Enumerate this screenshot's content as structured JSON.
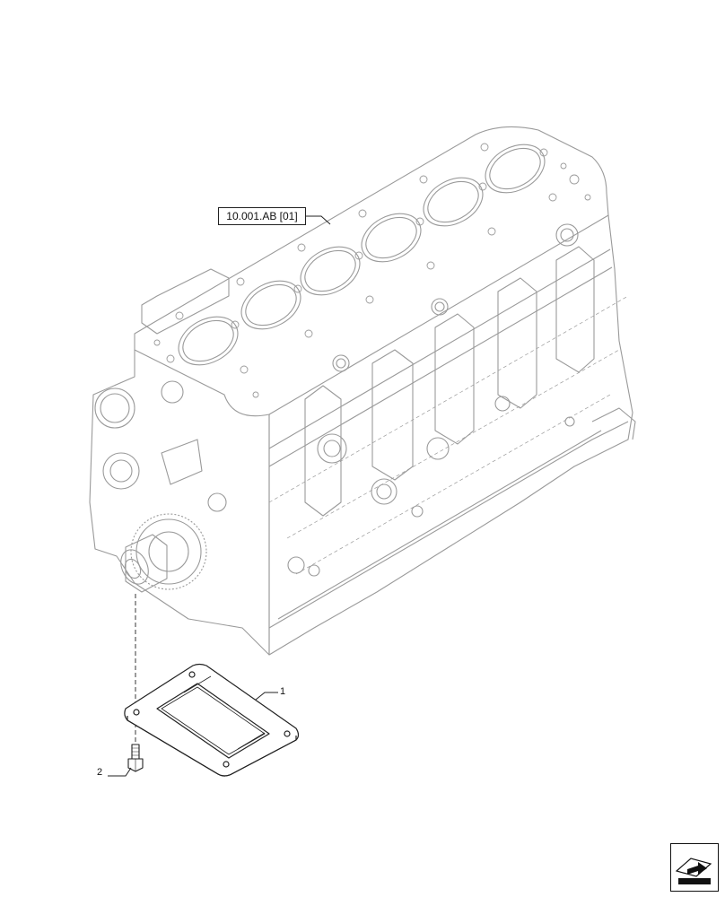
{
  "diagram": {
    "reference_label": "10.001.AB [01]",
    "callouts": [
      {
        "number": "1",
        "part": "gasket"
      },
      {
        "number": "2",
        "part": "bolt"
      }
    ]
  },
  "icons": {
    "navigation": "next-page-icon"
  },
  "colors": {
    "line": "#9a9a9a",
    "dark_line": "#222222",
    "background": "#ffffff"
  }
}
